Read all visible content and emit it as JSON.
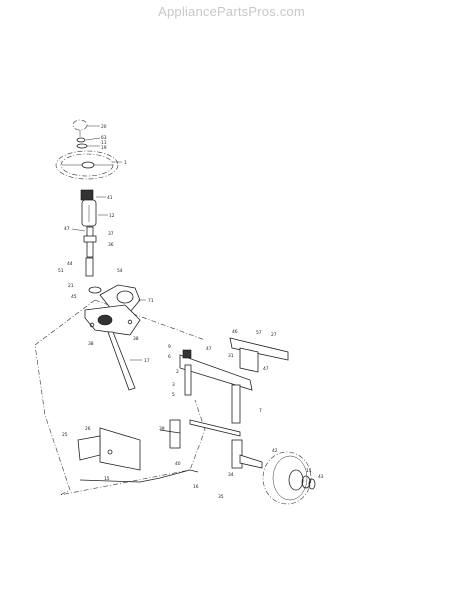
{
  "watermark": "AppliancePartsPros.com",
  "callouts": [
    {
      "id": "c20",
      "text": "20"
    },
    {
      "id": "c63",
      "text": "63"
    },
    {
      "id": "c11",
      "text": "11"
    },
    {
      "id": "c19",
      "text": "19"
    },
    {
      "id": "c1",
      "text": "1"
    },
    {
      "id": "c41",
      "text": "41"
    },
    {
      "id": "c12",
      "text": "12"
    },
    {
      "id": "c47a",
      "text": "47"
    },
    {
      "id": "c37",
      "text": "37"
    },
    {
      "id": "c36",
      "text": "36"
    },
    {
      "id": "c44",
      "text": "44"
    },
    {
      "id": "c51",
      "text": "51"
    },
    {
      "id": "c54",
      "text": "54"
    },
    {
      "id": "c21",
      "text": "21"
    },
    {
      "id": "c45",
      "text": "45"
    },
    {
      "id": "c71",
      "text": "71"
    },
    {
      "id": "c38a",
      "text": "38"
    },
    {
      "id": "c38b",
      "text": "38"
    },
    {
      "id": "c17",
      "text": "17"
    },
    {
      "id": "c46",
      "text": "46"
    },
    {
      "id": "c57",
      "text": "57"
    },
    {
      "id": "c27",
      "text": "27"
    },
    {
      "id": "c31",
      "text": "31"
    },
    {
      "id": "c47b",
      "text": "47"
    },
    {
      "id": "c9",
      "text": "9"
    },
    {
      "id": "c6",
      "text": "6"
    },
    {
      "id": "c2",
      "text": "2"
    },
    {
      "id": "c3",
      "text": "3"
    },
    {
      "id": "c5",
      "text": "5"
    },
    {
      "id": "c7",
      "text": "7"
    },
    {
      "id": "c47c",
      "text": "47"
    },
    {
      "id": "c25",
      "text": "25"
    },
    {
      "id": "c26",
      "text": "26"
    },
    {
      "id": "c39",
      "text": "39"
    },
    {
      "id": "c40",
      "text": "40"
    },
    {
      "id": "c15",
      "text": "15"
    },
    {
      "id": "c16",
      "text": "16"
    },
    {
      "id": "c34",
      "text": "34"
    },
    {
      "id": "c42",
      "text": "42"
    },
    {
      "id": "c35",
      "text": "35"
    },
    {
      "id": "c14",
      "text": "14"
    },
    {
      "id": "c43",
      "text": "43"
    }
  ]
}
